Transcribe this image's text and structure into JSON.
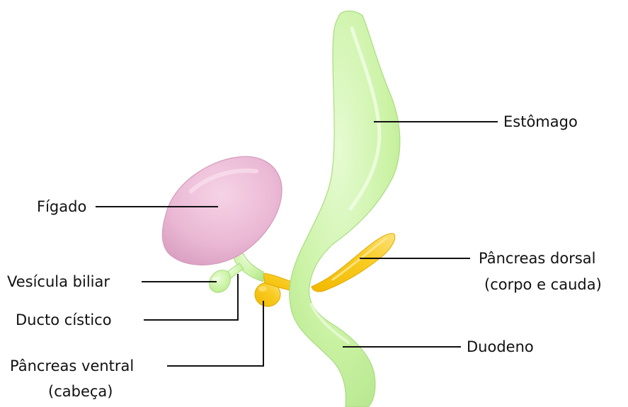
{
  "labels": {
    "estomago": "Estômago",
    "figado": "Fígado",
    "vesicula": "Vesícula biliar",
    "ducto": "Ducto cístico",
    "pancreas_dorsal_1": "Pâncreas dorsal",
    "pancreas_dorsal_2": "(corpo e cauda)",
    "duodeno": "Duodeno",
    "pancreas_ventral_1": "Pâncreas ventral",
    "pancreas_ventral_2": "(cabeça)"
  },
  "colors": {
    "stomach": "#c9f2a2",
    "stomach_stroke": "#a9dc80",
    "liver": "#eab8d4",
    "liver_stroke": "#d49bbd",
    "pancreas": "#f7c81c",
    "pancreas_stroke": "#e0a800",
    "leader_line": "#111111"
  }
}
